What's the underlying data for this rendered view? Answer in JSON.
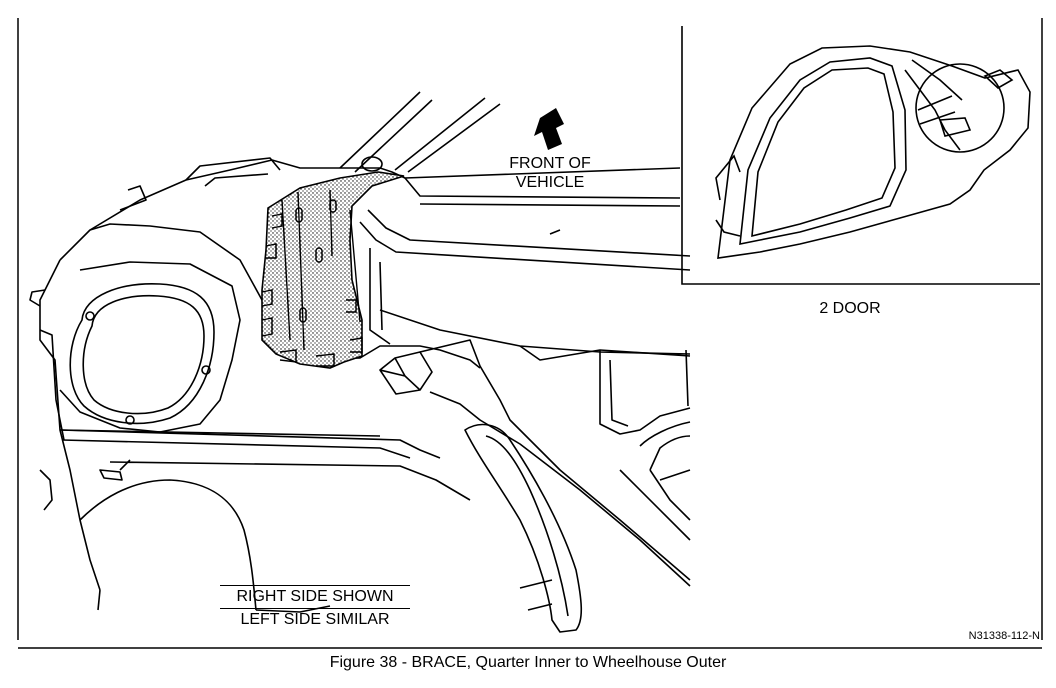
{
  "figure": {
    "front_label_line1": "FRONT OF",
    "front_label_line2": "VEHICLE",
    "inset_label": "2 DOOR",
    "side_note_line1": "RIGHT SIDE SHOWN",
    "side_note_line2": "LEFT SIDE SIMILAR",
    "figure_code": "N31338-112-N",
    "caption": "Figure 38 - BRACE, Quarter Inner to Wheelhouse Outer"
  },
  "icons": {
    "direction_arrow": "front-arrow-icon"
  }
}
